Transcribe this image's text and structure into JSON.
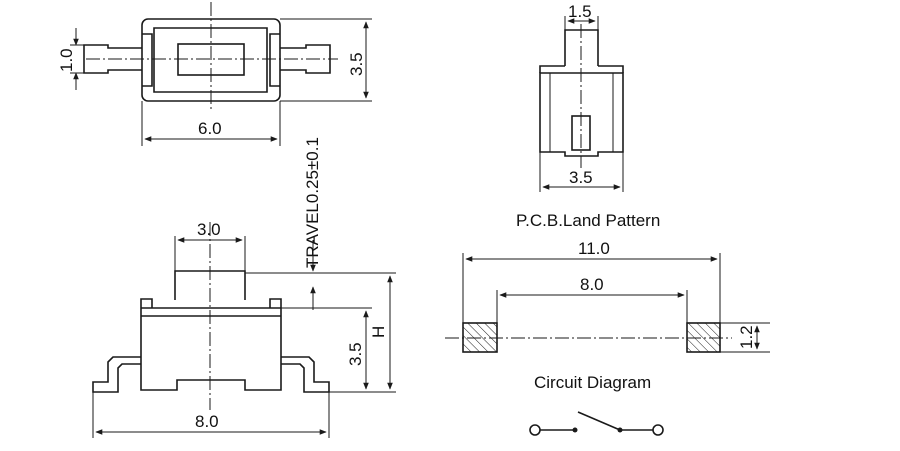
{
  "top_view": {
    "lead_width": "1.0",
    "height": "3.5",
    "width": "6.0"
  },
  "side_view": {
    "travel": "TRAVEL0.25",
    "travel_tol": "±0.1",
    "stem_width": "3.0",
    "body_height": "3.5",
    "overall_height": "H",
    "overall_width": "8.0"
  },
  "end_view": {
    "stem_width": "1.5",
    "body_width": "3.5"
  },
  "pcb": {
    "title": "P.C.B.Land Pattern",
    "outer": "11.0",
    "inner": "8.0",
    "pad_height": "1.2"
  },
  "circuit": {
    "title": "Circuit Diagram"
  },
  "colors": {
    "line": "#1a1a1a",
    "background": "#ffffff"
  }
}
